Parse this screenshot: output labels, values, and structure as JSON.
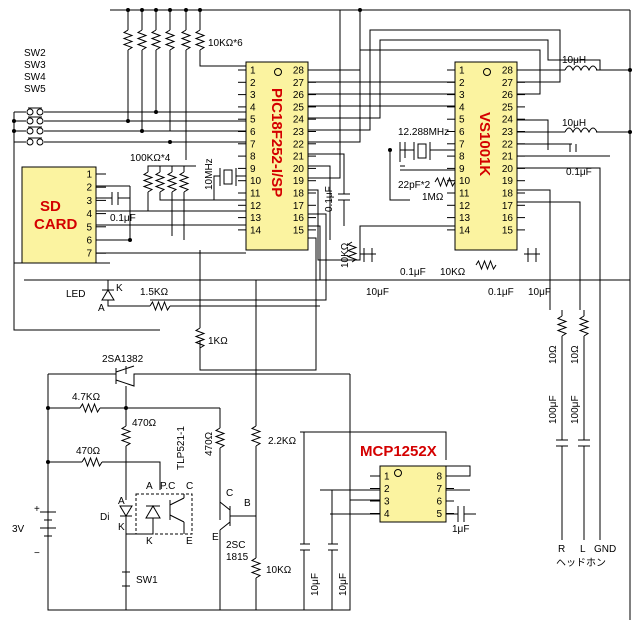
{
  "components": {
    "pic": {
      "name": "PIC18F252-I/SP",
      "pins_left": [
        "1",
        "2",
        "3",
        "4",
        "5",
        "6",
        "7",
        "8",
        "9",
        "10",
        "11",
        "12",
        "13",
        "14"
      ],
      "pins_right": [
        "28",
        "27",
        "26",
        "25",
        "24",
        "23",
        "22",
        "21",
        "20",
        "19",
        "18",
        "17",
        "16",
        "15"
      ]
    },
    "vs": {
      "name": "VS1001K",
      "pins_left": [
        "1",
        "2",
        "3",
        "4",
        "5",
        "6",
        "7",
        "8",
        "9",
        "10",
        "11",
        "12",
        "13",
        "14"
      ],
      "pins_right": [
        "28",
        "27",
        "26",
        "25",
        "24",
        "23",
        "22",
        "21",
        "20",
        "19",
        "18",
        "17",
        "16",
        "15"
      ]
    },
    "mcp": {
      "name": "MCP1252X",
      "pins_left": [
        "1",
        "2",
        "3",
        "4"
      ],
      "pins_right": [
        "8",
        "7",
        "6",
        "5"
      ]
    },
    "sd": {
      "name_line1": "SD",
      "name_line2": "CARD",
      "pins": [
        "1",
        "2",
        "3",
        "4",
        "5",
        "6",
        "7"
      ]
    }
  },
  "labels": {
    "r_top": "10KΩ*6",
    "sw_list": [
      "SW2",
      "SW3",
      "SW4",
      "SW5"
    ],
    "r_sd": "100KΩ*4",
    "xtal_pic": "10MHz",
    "cap_sd": "0.1μF",
    "cap_pic": "0.1μF",
    "xtal_vs": "12.288MHz",
    "cap_22p": "22pF*2",
    "r_1m": "1MΩ",
    "ind1": "10μH",
    "ind2": "10μH",
    "cap_vs_r": "0.1μF",
    "r_10k_v": "10KΩ",
    "cap_10u_a": "10μF",
    "cap_01_a": "0.1μF",
    "r_10k_h": "10KΩ",
    "cap_01_b": "0.1μF",
    "cap_10u_b": "10μF",
    "led": "LED",
    "led_k": "K",
    "led_a": "A",
    "r_led": "1.5KΩ",
    "r_1k": "1KΩ",
    "q1": "2SA1382",
    "r_47k": "4.7KΩ",
    "r_470_a": "470Ω",
    "r_470_b": "470Ω",
    "r_470_c": "470Ω",
    "opto": "TLP521-1",
    "r_22k": "2.2KΩ",
    "r_10_a": "10Ω",
    "r_10_b": "10Ω",
    "cap_100u_a": "100μF",
    "cap_100u_b": "100μF",
    "battery": "3V",
    "di": "Di",
    "di_a": "A",
    "di_k": "K",
    "opto_a": "A",
    "opto_pc": "P.C",
    "opto_c": "C",
    "opto_k": "K",
    "opto_e": "E",
    "q2": "2SC",
    "q2b": "1815",
    "q2_c": "C",
    "q2_b": "B",
    "q2_e": "E",
    "r_10k_b": "10KΩ",
    "sw1": "SW1",
    "cap_1u": "1μF",
    "cap_10u_c": "10μF",
    "cap_10u_d": "10μF",
    "hp_r": "R",
    "hp_l": "L",
    "hp_gnd": "GND",
    "headphone": "ヘッドホン"
  }
}
